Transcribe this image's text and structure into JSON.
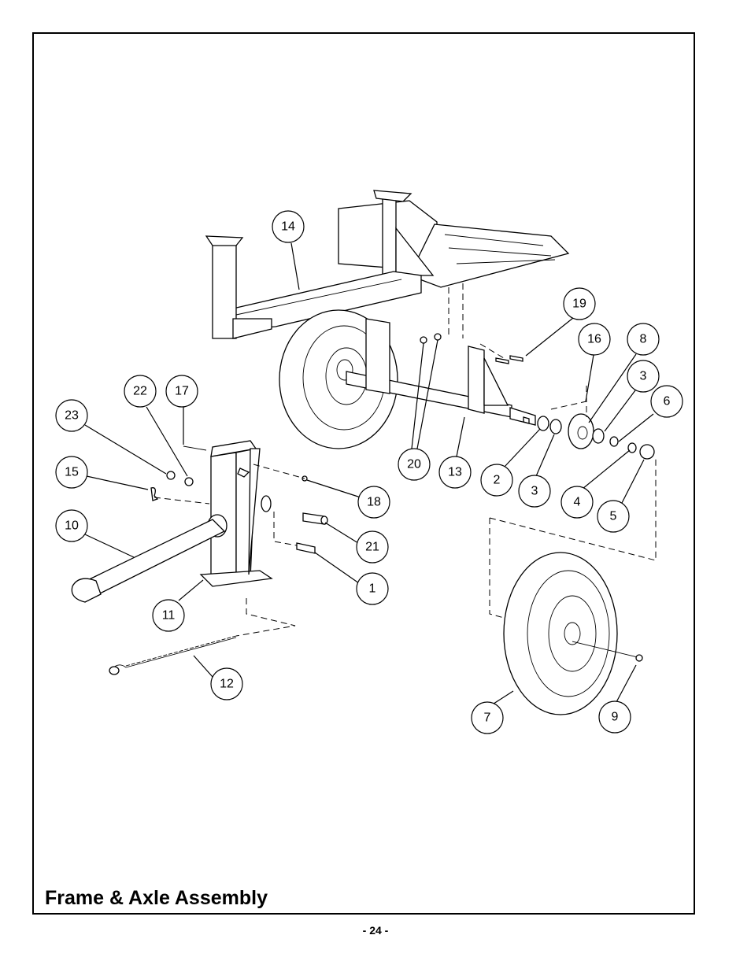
{
  "title": "Frame & Axle Assembly",
  "page_number": "- 24 -",
  "callouts": [
    {
      "label": "14"
    },
    {
      "label": "19"
    },
    {
      "label": "16"
    },
    {
      "label": "8"
    },
    {
      "label": "3"
    },
    {
      "label": "6"
    },
    {
      "label": "22"
    },
    {
      "label": "17"
    },
    {
      "label": "23"
    },
    {
      "label": "15"
    },
    {
      "label": "10"
    },
    {
      "label": "20"
    },
    {
      "label": "13"
    },
    {
      "label": "2"
    },
    {
      "label": "3"
    },
    {
      "label": "4"
    },
    {
      "label": "5"
    },
    {
      "label": "18"
    },
    {
      "label": "21"
    },
    {
      "label": "1"
    },
    {
      "label": "11"
    },
    {
      "label": "12"
    },
    {
      "label": "7"
    },
    {
      "label": "9"
    }
  ]
}
